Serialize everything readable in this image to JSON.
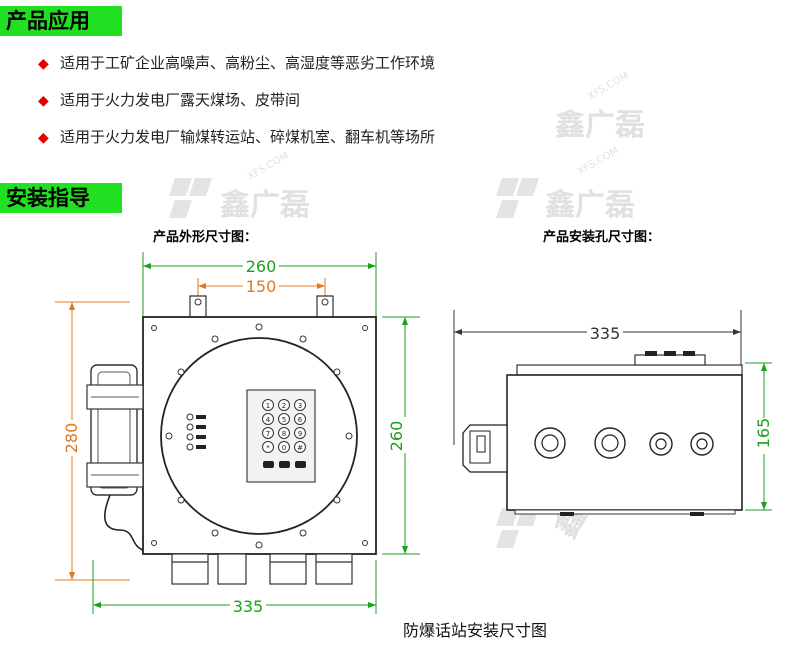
{
  "sections": {
    "application_title": "产品应用",
    "installation_title": "安装指导"
  },
  "applications": [
    "适用于工矿企业高噪声、高粉尘、高湿度等恶劣工作环境",
    "适用于火力发电厂露天煤场、皮带间",
    "适用于火力发电厂输煤转运站、碎煤机室、翻车机等场所"
  ],
  "bullet_glyph": "◆",
  "captions": {
    "outline": "产品外形尺寸图：",
    "mounting": "产品安装孔尺寸图："
  },
  "diagram_title": "防爆话站安装尺寸图",
  "dimensions": {
    "outline_width": "260",
    "mount_spacing": "150",
    "overall_height": "280",
    "box_height": "260",
    "overall_width": "335",
    "side_width": "335",
    "side_height": "165"
  },
  "keypad": {
    "keys": [
      "1",
      "2",
      "3",
      "4",
      "5",
      "6",
      "7",
      "8",
      "9",
      "*",
      "0",
      "#"
    ]
  },
  "watermark": {
    "brand": "鑫广磊",
    "site": "XFS.COM"
  },
  "colors": {
    "green": "#21e021",
    "bullet_red": "#e00000",
    "dim_green": "#1aa01a",
    "dim_orange": "#e07a20",
    "dim_gray": "#333333"
  }
}
